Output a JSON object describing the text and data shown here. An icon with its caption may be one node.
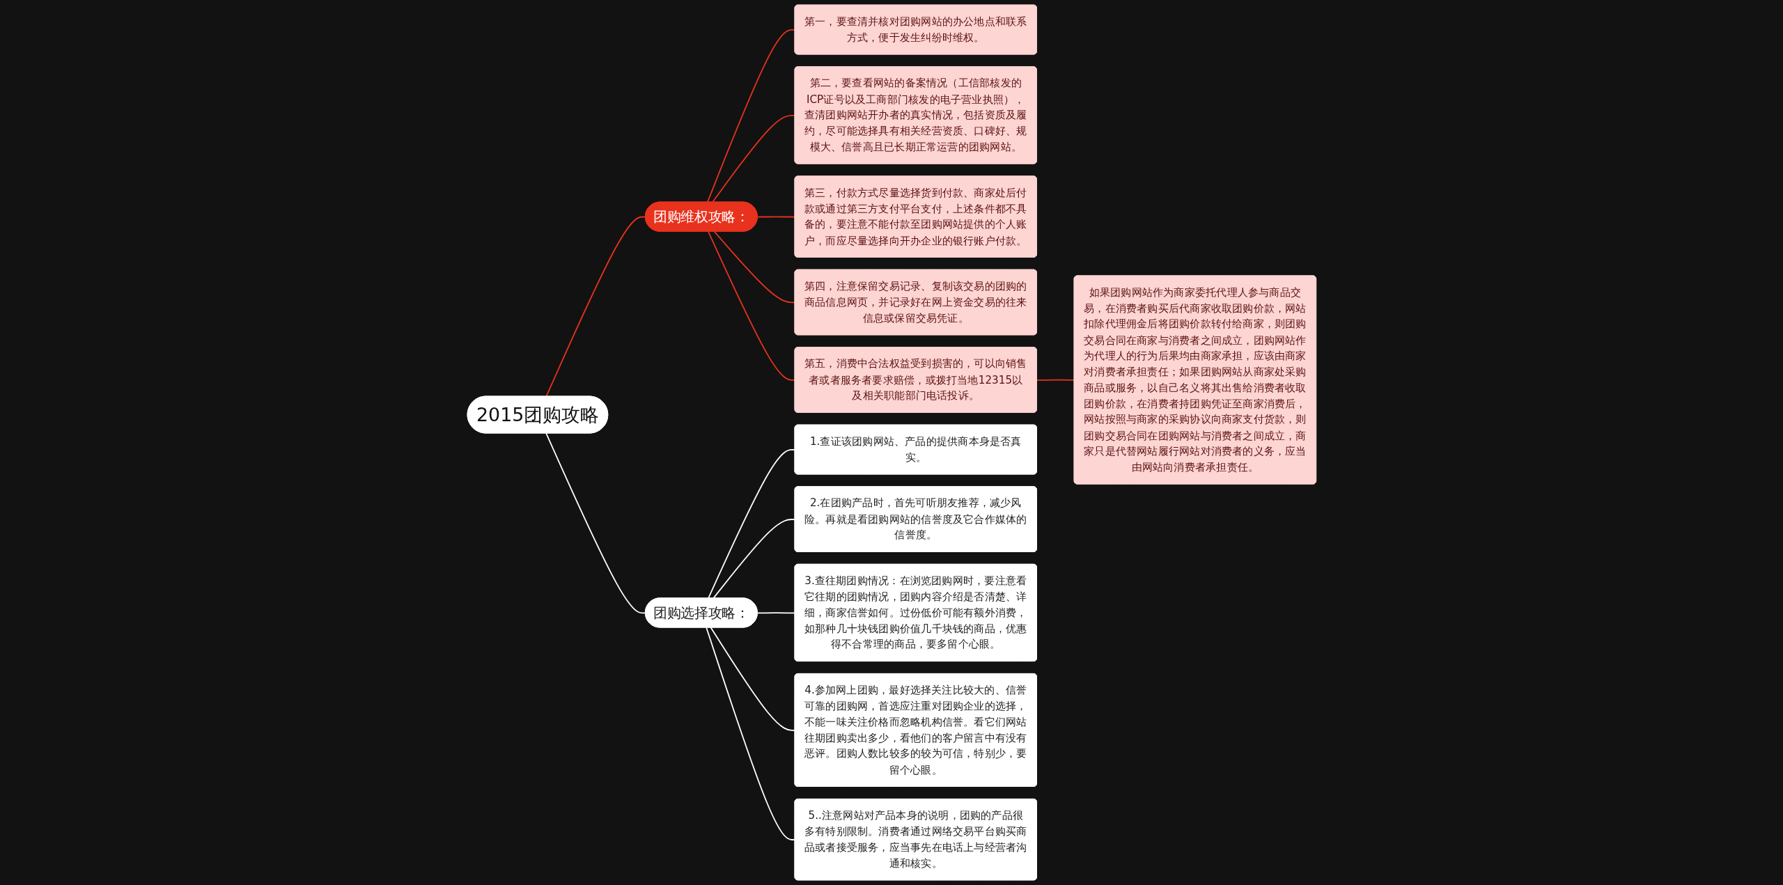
{
  "diagram": {
    "nodes": [
      {
        "text": [
          "2015团购攻略"
        ]
      },
      {
        "text": [
          "团购维权攻略："
        ]
      },
      {
        "text": [
          "第一，要查清并核对团购网站的办公地点和联系方式，便于发生纠纷时维权。"
        ]
      },
      {
        "text": [
          "第二，要查看网站的备案情况（工信部核发的ICP证号以及工商部门核发的电子营业执照），查清团购网站开办者的真实情况，包括资质及履约，尽可能选择具有相关经营资质、口碑好、规模大、信誉高且已长期正常运营的团购网站。"
        ]
      },
      {
        "text": [
          "第三，付款方式尽量选择货到付款、商家处后付款或通过第三方支付平台支付，上述条件都不具备的，要注意不能付款至团购网站提供的个人账户，而应尽量选择向开办企业的银行账户付款。"
        ]
      },
      {
        "text": [
          "第四，注意保留交易记录、复制该交易的团购的商品信息网页，并记录好在网上资金交易的往来信息或保留交易凭证。"
        ]
      },
      {
        "text": [
          "第五，消费中合法权益受到损害的，可以向销售者或者服务者要求赔偿，或拨打当地12315以及相关职能部门电话投诉。"
        ]
      },
      {
        "text": [
          "如果团购网站作为商家委托代理人参与商品交易，在消费者购买后代商家收取团购价款，网站扣除代理佣金后将团购价款转付给商家，则团购交易合同在商家与消费者之间成立，团购网站作为代理人的行为后果均由商家承担，应该由商家对消费者承担责任；如果团购网站从商家处采购商品或服务，以自己名义将其出售给消费者收取团购价款，在消费者持团购凭证至商家消费后，网站按照与商家的采购协议向商家支付货款，则团购交易合同在团购网站与消费者之间成立，商家只是代替网站履行网站对消费者的义务，应当由网站向消费者承担责任。"
        ]
      },
      {
        "text": [
          "团购选择攻略："
        ]
      },
      {
        "text": [
          "1.查证该团购网站、产品的提供商本身是否真实。"
        ]
      },
      {
        "text": [
          "2.在团购产品时，首先可听朋友推荐，减少风险。再就是看团购网站的信誉度及它合作媒体的信誉度。"
        ]
      },
      {
        "text": [
          "3.查往期团购情况：在浏览团购网时，要注意看它往期的团购情况，团购内容介绍是否清楚、详细，商家信誉如何。过份低价可能有额外消费，如那种几十块钱团购价值几千块钱的商品，优惠得不合常理的商品，要多留个心眼。"
        ]
      },
      {
        "text": [
          "4.参加网上团购，最好选择关注比较大的、信誉可靠的团购网，首选应注重对团购企业的选择，不能一味关注价格而忽略机构信誉。看它们网站往期团购卖出多少，看他们的客户留言中有没有恶评。团购人数比较多的较为可信，特别少，要留个心眼。"
        ]
      },
      {
        "text": [
          "5..注意网站对产品本身的说明，团购的产品很多有特别限制。消费者通过网络交易平台购买商品或者接受服务，应当事先在电话上与经营者沟通和核实。"
        ]
      }
    ],
    "edges": [
      {
        "from": 0,
        "to": 1,
        "arrow": "none"
      },
      {
        "from": 1,
        "to": 2,
        "arrow": "none"
      },
      {
        "from": 1,
        "to": 3,
        "arrow": "none"
      },
      {
        "from": 1,
        "to": 4,
        "arrow": "none"
      },
      {
        "from": 1,
        "to": 5,
        "arrow": "none"
      },
      {
        "from": 1,
        "to": 6,
        "arrow": "none"
      },
      {
        "from": 6,
        "to": 7,
        "arrow": "none"
      },
      {
        "from": 0,
        "to": 8,
        "arrow": "none",
        "color": "#ffffff"
      },
      {
        "from": 8,
        "to": 9,
        "arrow": "none",
        "color": "#ffffff"
      },
      {
        "from": 8,
        "to": 10,
        "arrow": "none",
        "color": "#ffffff"
      },
      {
        "from": 8,
        "to": 11,
        "arrow": "none",
        "color": "#ffffff"
      },
      {
        "from": 8,
        "to": 12,
        "arrow": "none",
        "color": "#ffffff"
      },
      {
        "from": 8,
        "to": 13,
        "arrow": "none",
        "color": "#ffffff"
      }
    ]
  }
}
